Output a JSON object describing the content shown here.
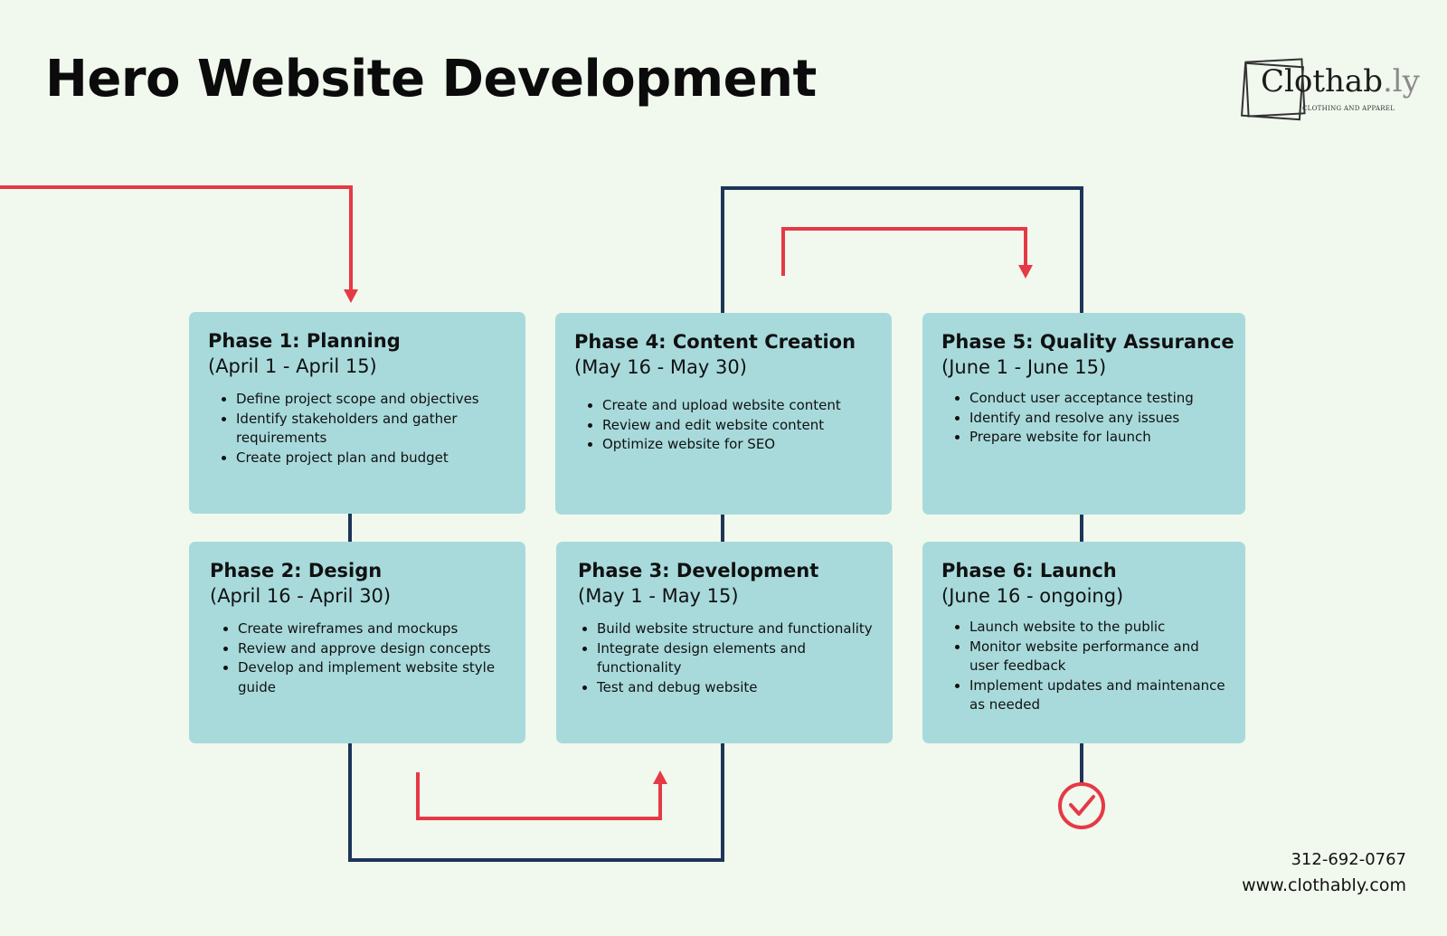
{
  "title": "Hero Website Development",
  "logo": {
    "name": "Clothab",
    "name_suffix": ".ly",
    "tagline": "CLOTHING AND APPAREL"
  },
  "colors": {
    "background": "#f1f8ee",
    "card": "#a8dadc",
    "accent_red": "#e63946",
    "navy": "#1d3557"
  },
  "phases": [
    {
      "title": "Phase 1: Planning",
      "dates": "(April 1 - April 15)",
      "tasks": [
        "Define project scope and objectives",
        "Identify stakeholders and gather requirements",
        "Create project plan and budget"
      ]
    },
    {
      "title": "Phase 2: Design",
      "dates": "(April 16 - April 30)",
      "tasks": [
        "Create wireframes and mockups",
        "Review and approve design concepts",
        "Develop and implement website style guide"
      ]
    },
    {
      "title": "Phase 3: Development",
      "dates": "(May 1 - May 15)",
      "tasks": [
        "Build website structure and functionality",
        "Integrate design elements and functionality",
        "Test and debug website"
      ]
    },
    {
      "title": "Phase 4: Content Creation",
      "dates": "(May 16 - May 30)",
      "tasks": [
        "Create and upload website content",
        "Review and edit website content",
        "Optimize website for SEO"
      ]
    },
    {
      "title": "Phase 5: Quality Assurance",
      "dates": "(June 1 - June 15)",
      "tasks": [
        "Conduct user acceptance testing",
        "Identify and resolve any issues",
        "Prepare website for launch"
      ]
    },
    {
      "title": "Phase 6: Launch",
      "dates": "(June 16 - ongoing)",
      "tasks": [
        "Launch website to the public",
        "Monitor website performance and user feedback",
        "Implement updates and maintenance as needed"
      ]
    }
  ],
  "end_icon": "check-circle-icon",
  "contact": {
    "phone": "312-692-0767",
    "website": "www.clothably.com"
  }
}
